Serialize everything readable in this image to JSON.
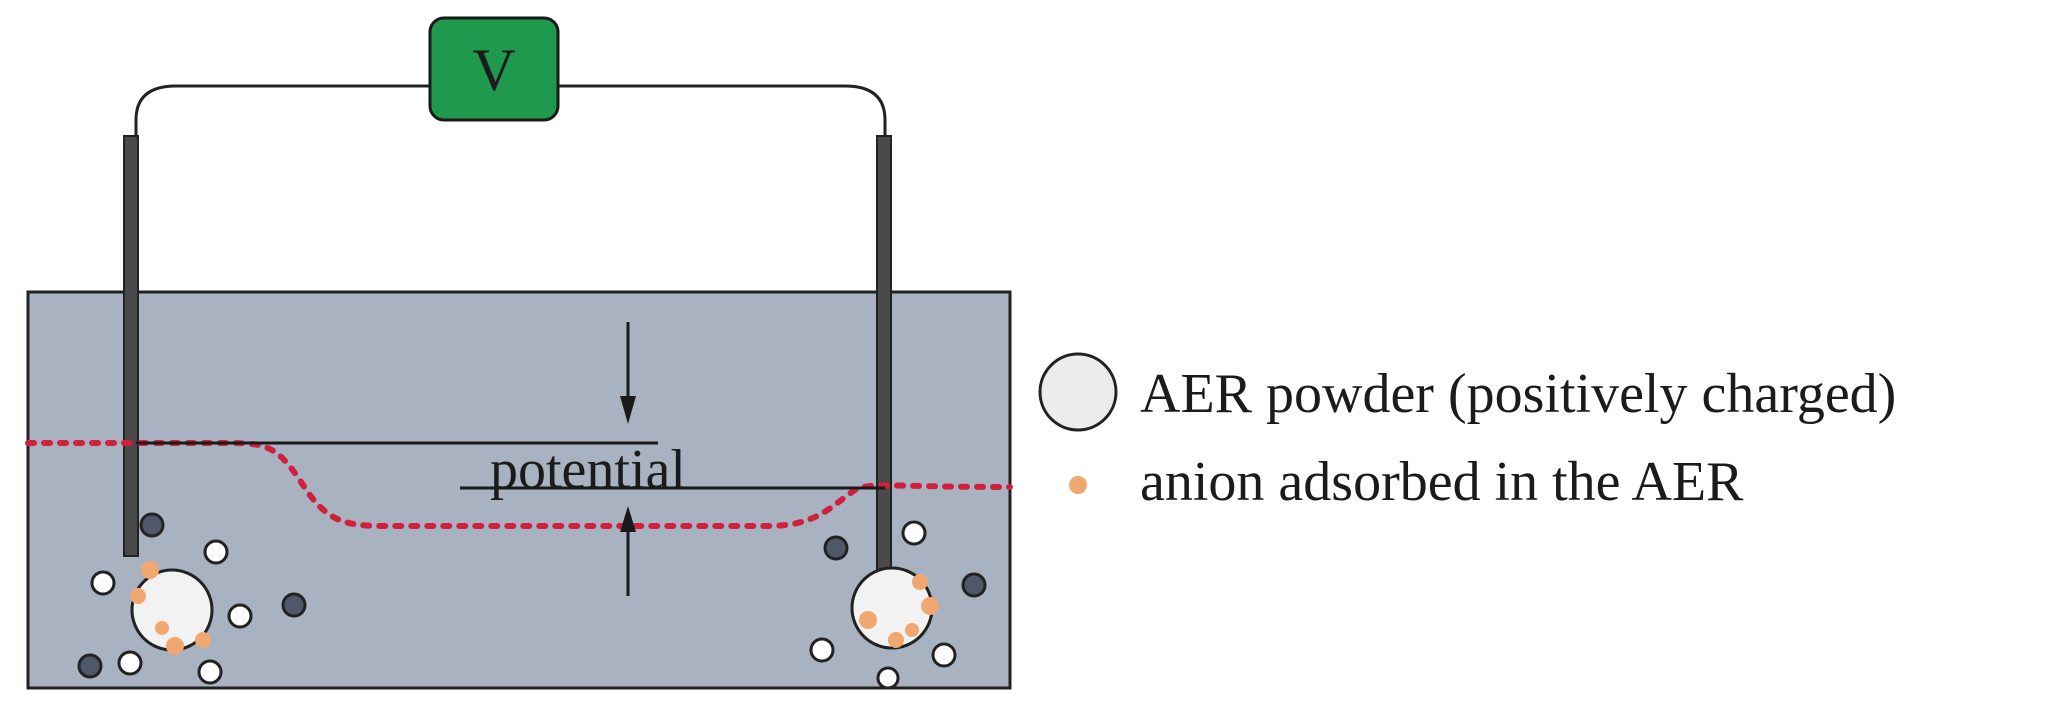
{
  "meter": {
    "label": "V"
  },
  "labels": {
    "potential": "potential"
  },
  "legend": {
    "items": [
      {
        "text": "AER powder (positively charged)",
        "icon": "large-circle-icon"
      },
      {
        "text": "anion adsorbed in the AER",
        "icon": "small-dot-icon"
      }
    ]
  },
  "colors": {
    "solution": "#a8b2c0",
    "meter": "#1f9a4d",
    "potential_line": "#d2203a",
    "anion": "#f0a870",
    "dark_particle": "#4e5868",
    "electrode": "#4a4a4a"
  }
}
